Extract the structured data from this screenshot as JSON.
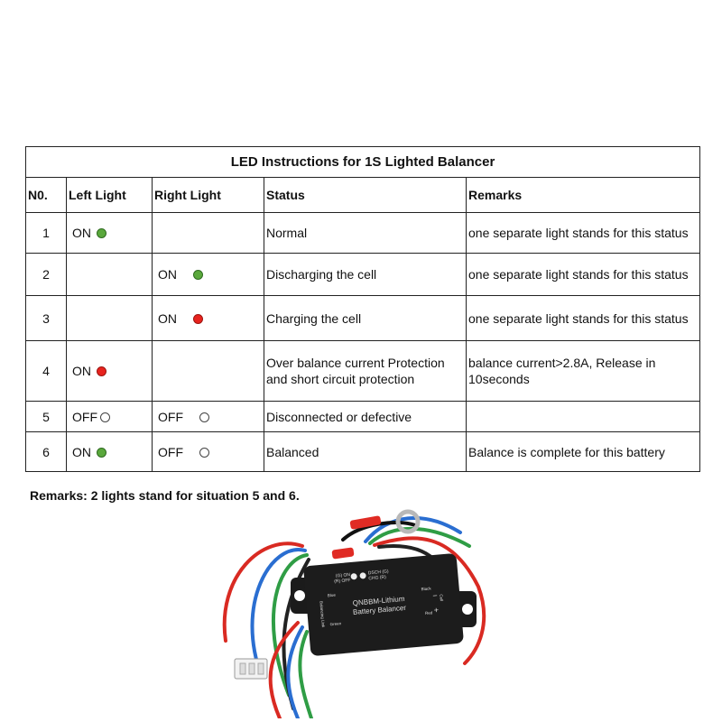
{
  "table": {
    "title": "LED Instructions for 1S Lighted Balancer",
    "headers": {
      "no": "N0.",
      "left": "Left Light",
      "right": "Right Light",
      "status": "Status",
      "remarks": "Remarks"
    },
    "rows": [
      {
        "no": "1",
        "left": {
          "state": "ON",
          "led": "green"
        },
        "right": {
          "state": "",
          "led": ""
        },
        "status": "Normal",
        "remarks": "one separate light stands for this status"
      },
      {
        "no": "2",
        "left": {
          "state": "",
          "led": ""
        },
        "right": {
          "state": "ON",
          "led": "green"
        },
        "status": "Discharging the cell",
        "remarks": "one separate light stands for this status"
      },
      {
        "no": "3",
        "left": {
          "state": "",
          "led": ""
        },
        "right": {
          "state": "ON",
          "led": "red"
        },
        "status": "Charging the cell",
        "remarks": "one separate light stands for this status"
      },
      {
        "no": "4",
        "left": {
          "state": "ON",
          "led": "red"
        },
        "right": {
          "state": "",
          "led": ""
        },
        "status": "Over balance current Protection and short circuit protection",
        "remarks": "balance current>2.8A, Release in 10seconds"
      },
      {
        "no": "5",
        "left": {
          "state": "OFF",
          "led": "off"
        },
        "right": {
          "state": "OFF",
          "led": "off"
        },
        "status": "Disconnected or defective",
        "remarks": ""
      },
      {
        "no": "6",
        "left": {
          "state": "ON",
          "led": "green"
        },
        "right": {
          "state": "OFF",
          "led": "off"
        },
        "status": "Balanced",
        "remarks": "Balance is complete for this battery"
      }
    ]
  },
  "colors": {
    "led_green": "#5aa83c",
    "led_red": "#e8231e",
    "led_off": "#ffffff"
  },
  "remarks_note": "Remarks: 2 lights stand for situation 5 and 6.",
  "device": {
    "label_line1": "QNBBM-Lithium",
    "label_line2": "Battery Balancer",
    "led_left_legend_1": "(G) ON",
    "led_left_legend_2": "(R) OFF",
    "led_right_legend_1": "DSCH (G)",
    "led_right_legend_2": "CHG (R)",
    "wire_left_title": "Balancing Link",
    "wire_blue": "Blue",
    "wire_green": "Green",
    "wire_right_title": "Cell",
    "wire_black": "Black",
    "wire_red": "Red",
    "minus_sign": "−",
    "plus_sign": "+"
  }
}
